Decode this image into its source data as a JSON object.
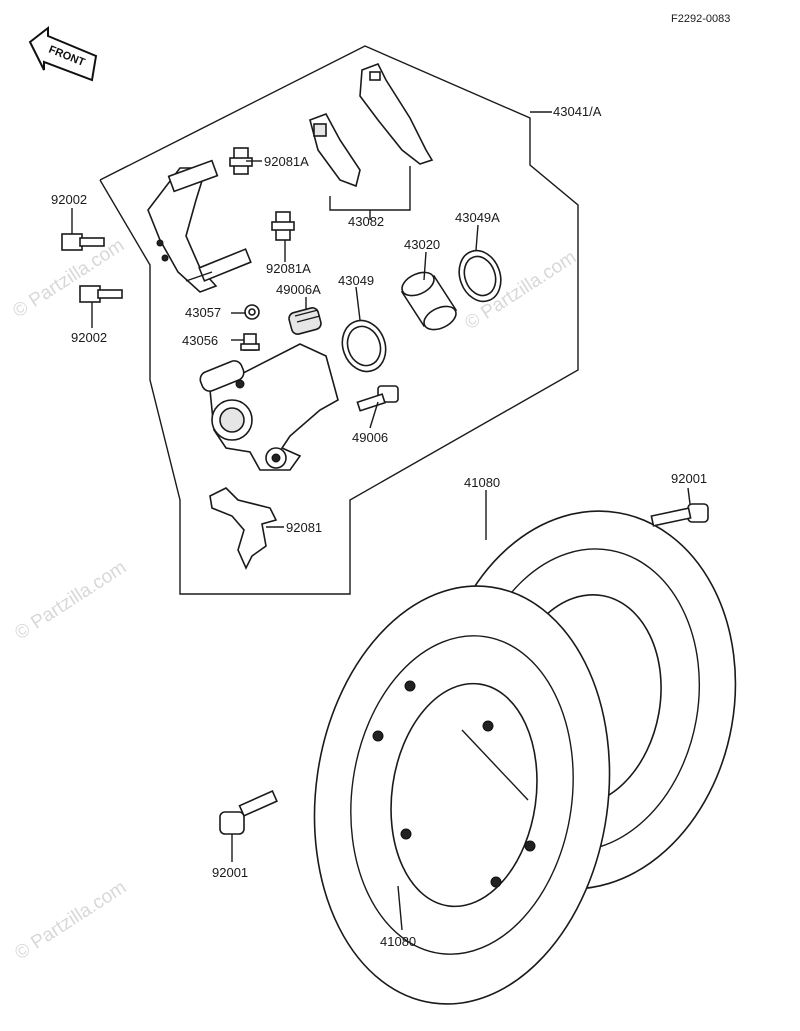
{
  "figure_code": "F2292-0083",
  "front_label": "FRONT",
  "watermark": "© Partzilla.com",
  "callouts": {
    "caliper_assy": "43041/A",
    "bracket_pin": "92081A",
    "bracket_pin_lower": "92081A",
    "pad_set": "43082",
    "seal_a": "43049A",
    "piston": "43020",
    "seal": "43049",
    "boot_a": "49006A",
    "bolt_upper": "92002",
    "bolt_lower": "92002",
    "bleeder_cap": "43057",
    "bleeder_valve": "43056",
    "pin_bolt": "49006",
    "pad_spring": "92081",
    "disc_rear": "41080",
    "disc_front": "41080",
    "disc_bolt_upper": "92001",
    "disc_bolt_lower": "92001"
  }
}
